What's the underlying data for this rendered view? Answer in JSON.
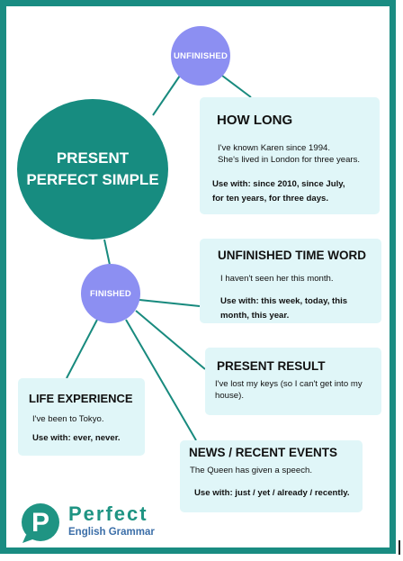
{
  "colors": {
    "teal": "#178c80",
    "border": "#1a8c82",
    "lavender": "#8c8ff2",
    "box_bg": "#e0f6f8",
    "connector": "#188a7e",
    "logo_blue": "#3b6ea8"
  },
  "diagram": {
    "center": {
      "title": "PRESENT\nPERFECT SIMPLE"
    },
    "nodes": {
      "unfinished": "UNFINISHED",
      "finished": "FINISHED"
    },
    "boxes": {
      "how_long": {
        "title": "HOW LONG",
        "examples": "I've known Karen since 1994.\nShe's lived in London for three years.",
        "use_with": "Use with: since 2010, since July,\nfor ten years, for three days."
      },
      "unfinished_time_word": {
        "title": "UNFINISHED TIME WORD",
        "examples": "I haven't seen her this month.",
        "use_with": "Use with: this week, today, this\nmonth, this year."
      },
      "present_result": {
        "title": "PRESENT RESULT",
        "examples": "I've lost my keys (so I can't get into my\nhouse)."
      },
      "life_experience": {
        "title": "LIFE EXPERIENCE",
        "examples": "I've been to Tokyo.",
        "use_with": "Use with: ever, never."
      },
      "news_recent_events": {
        "title": "NEWS / RECENT EVENTS",
        "examples": "The Queen has given a speech.",
        "use_with": "Use with: just / yet / already / recently."
      }
    }
  },
  "logo": {
    "icon": "p-speech-bubble-icon",
    "line1": "Perfect",
    "line2": "English Grammar"
  }
}
